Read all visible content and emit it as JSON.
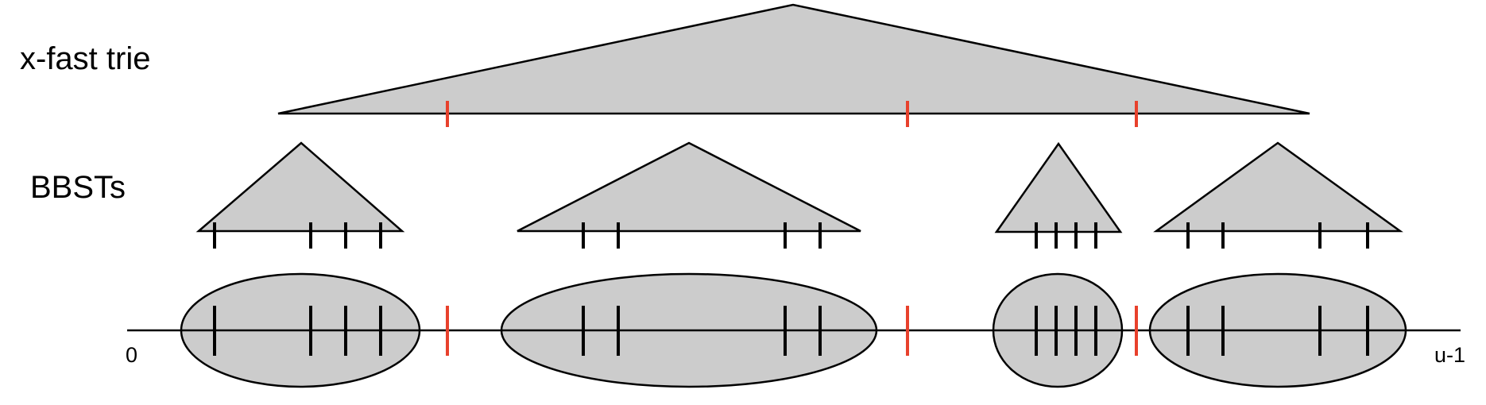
{
  "labels": {
    "xfast": "x-fast trie",
    "bbsts": "BBSTs",
    "axis_start": "0",
    "axis_end": "u-1"
  },
  "colors": {
    "fill": "#cccccc",
    "stroke": "#000000",
    "representative": "#e8412c"
  },
  "structure": {
    "groups": 4,
    "keys_per_group": 4,
    "representatives": 3
  }
}
